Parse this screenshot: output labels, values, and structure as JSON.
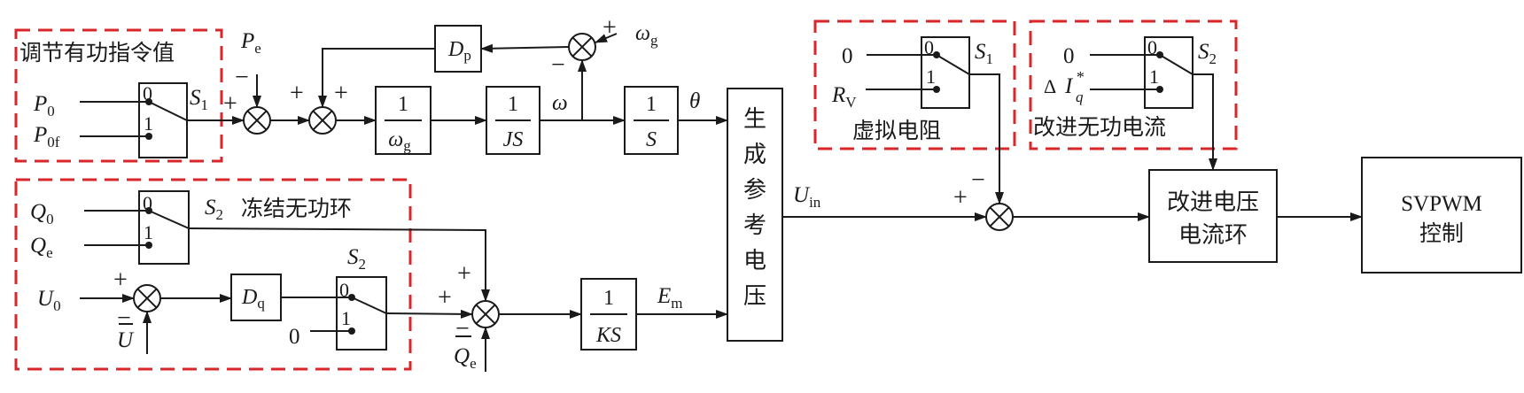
{
  "labels": {
    "p_adjust_group": "调节有功指令值",
    "freeze_q_loop": "冻结无功环",
    "virtual_r": "虚拟电阻",
    "improved_q_current": "改进无功电流",
    "gen_ref_voltage": [
      "生",
      "成",
      "参",
      "考",
      "电",
      "压"
    ],
    "improved_loop": [
      "改进电压",
      "电流环"
    ],
    "svpwm": [
      "SVPWM",
      "控制"
    ]
  },
  "symbols": {
    "Pe": {
      "main": "P",
      "sub": "e"
    },
    "P0": {
      "main": "P",
      "sub": "0"
    },
    "P0f": {
      "main": "P",
      "sub": "0f"
    },
    "S1": {
      "main": "S",
      "sub": "1"
    },
    "S2": {
      "main": "S",
      "sub": "2"
    },
    "Dp": {
      "main": "D",
      "sub": "p"
    },
    "Dq": {
      "main": "D",
      "sub": "q"
    },
    "wg": {
      "main": "ω",
      "sub": "g"
    },
    "w": "ω",
    "theta": "θ",
    "Q0": {
      "main": "Q",
      "sub": "0"
    },
    "Qe": {
      "main": "Q",
      "sub": "e"
    },
    "U0": {
      "main": "U",
      "sub": "0"
    },
    "Ubar": "U",
    "Em": {
      "main": "E",
      "sub": "m"
    },
    "Uin": {
      "main": "U",
      "sub": "in"
    },
    "RV": {
      "main": "R",
      "sub": "V"
    },
    "dIq": {
      "delta": "Δ",
      "main": "I",
      "sub": "q",
      "sup": "*"
    }
  },
  "blocks": {
    "one": "1",
    "zero": "0",
    "JS": "JS",
    "S": "S",
    "KS": "KS"
  },
  "signs": {
    "plus": "+",
    "minus": "−"
  }
}
